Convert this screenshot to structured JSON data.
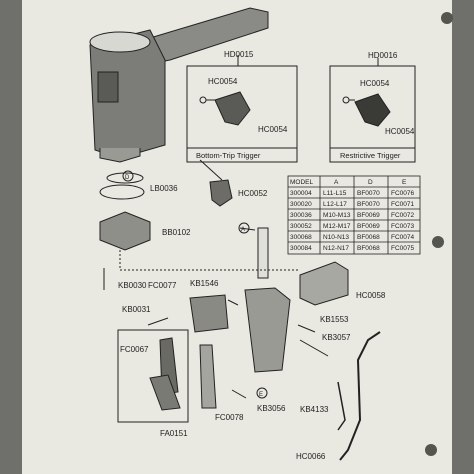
{
  "labels": {
    "hd0015": "HD0015",
    "hd0016": "HD0016",
    "hc0054_a": "HC0054",
    "hc0054_b": "HC0054",
    "hc0054_c": "HC0054",
    "hc0054_d": "HC0054",
    "d": "D",
    "lb0036": "LB0036",
    "hc0052": "HC0052",
    "bb0102": "BB0102",
    "a_marker": "A",
    "kb0030": "KB0030",
    "fc0077": "FC0077",
    "kb1546": "KB1546",
    "hc0058": "HC0058",
    "kb0031": "KB0031",
    "kb1553": "KB1553",
    "fc0067": "FC0067",
    "kb3057": "KB3057",
    "e_marker": "E",
    "fa0151": "FA0151",
    "fc0078": "FC0078",
    "kb3056": "KB3056",
    "kb4133": "KB4133",
    "hc0066": "HC0066"
  },
  "captions": {
    "bottom_trip": "Bottom-Trip Trigger",
    "restrictive": "Restrictive Trigger"
  },
  "table": {
    "headers": [
      "MODEL",
      "A",
      "D",
      "E"
    ],
    "rows": [
      [
        "300004",
        "L11-L15",
        "BF0070",
        "FC0076"
      ],
      [
        "300020",
        "L12-L17",
        "BF0070",
        "FC0071"
      ],
      [
        "300036",
        "M10-M13",
        "BF0069",
        "FC0072"
      ],
      [
        "300052",
        "M12-M17",
        "BF0069",
        "FC0073"
      ],
      [
        "300068",
        "N10-N13",
        "BF0068",
        "FC0074"
      ],
      [
        "300084",
        "N12-N17",
        "BF0068",
        "FC0075"
      ]
    ]
  }
}
